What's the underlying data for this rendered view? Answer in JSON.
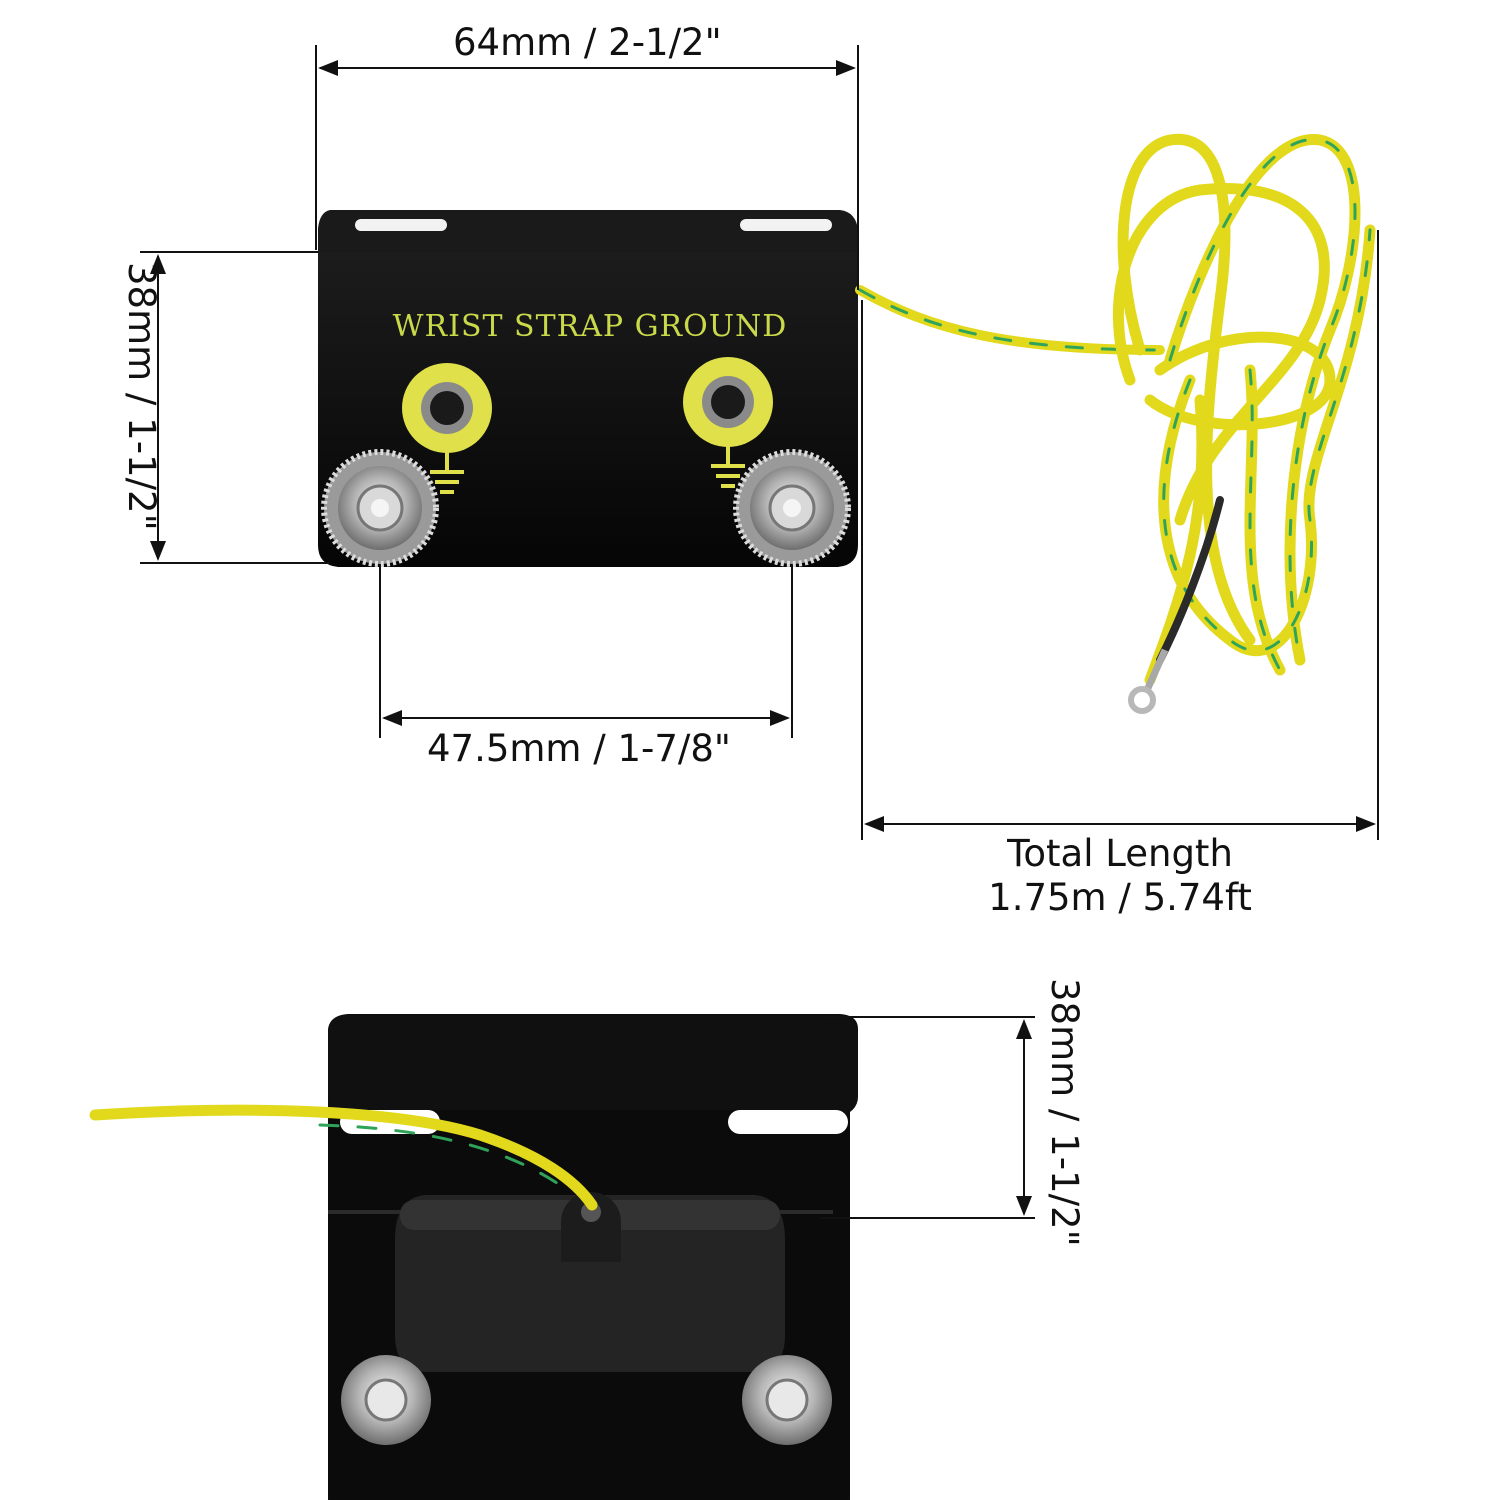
{
  "dimensions": {
    "width": "64mm / 2-1/2\"",
    "height_front": "38mm / 1-1/2\"",
    "snap_spacing": "47.5mm / 1-7/8\"",
    "total_length_label": "Total Length",
    "total_length_value": "1.75m / 5.74ft",
    "height_back": "38mm / 1-1/2\""
  },
  "product": {
    "label": "WRIST STRAP GROUND"
  },
  "colors": {
    "plate": "#0a0a0a",
    "label_text": "#c9d94a",
    "cable_yellow": "#e2d91c",
    "cable_green": "#2fa35a",
    "dimension_line": "#111111",
    "snap_metal": "#b9b9b9"
  },
  "icons": [
    "ground-symbol-icon",
    "snap-stud-icon",
    "ring-terminal-icon"
  ]
}
